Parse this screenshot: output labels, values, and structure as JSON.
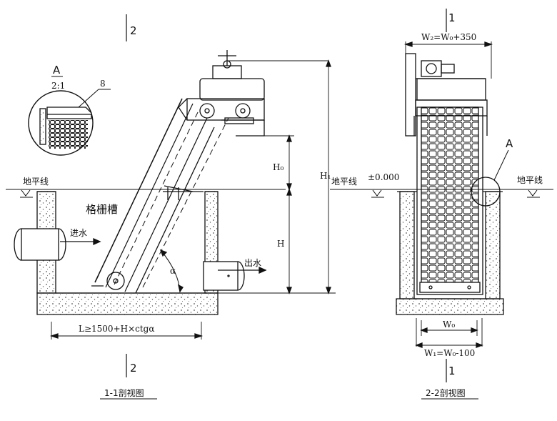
{
  "left_view": {
    "section_mark_top": "2",
    "section_mark_bottom": "2",
    "detail_ref": "A",
    "detail_scale": "2:1",
    "detail_num": "8",
    "ground_label": "地平线",
    "channel_label": "格栅槽",
    "inlet_label": "进水",
    "outlet_label": "出水",
    "dim_h0": "H₀",
    "dim_h1": "H₁",
    "dim_h": "H",
    "angle": "α",
    "length_dim": "L≥1500+H×ctgα",
    "caption": "1-1剖视图"
  },
  "right_view": {
    "section_mark_top": "1",
    "section_mark_bottom": "1",
    "top_width_dim": "W₂=W₀+350",
    "ground_left": "地平线",
    "level": "±0.000",
    "ground_right": "地平线",
    "detail_ref": "A",
    "w0": "W₀",
    "bottom_width_dim": "W₁=W₀-100",
    "caption": "2-2剖视图"
  },
  "colors": {
    "line": "#111111",
    "concrete_dot": "#555555"
  }
}
